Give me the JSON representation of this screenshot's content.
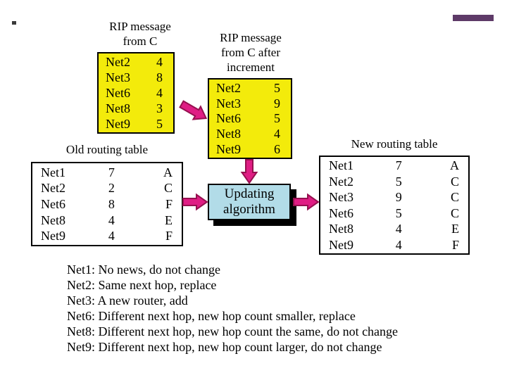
{
  "colors": {
    "background": "#ffffff",
    "text": "#000000",
    "table_border": "#000000",
    "message_table_fill": "#f3eb0b",
    "algorithm_box_fill": "#b2dce8",
    "arrow_fill": "#df1d84",
    "arrow_outline": "#96104f",
    "decor_bar": "#5e3a68"
  },
  "rip_message_from_c": {
    "label_lines": [
      "RIP message",
      "from C"
    ],
    "rows": [
      {
        "net": "Net2",
        "hops": "4"
      },
      {
        "net": "Net3",
        "hops": "8"
      },
      {
        "net": "Net6",
        "hops": "4"
      },
      {
        "net": "Net8",
        "hops": "3"
      },
      {
        "net": "Net9",
        "hops": "5"
      }
    ]
  },
  "rip_message_after_increment": {
    "label_lines": [
      "RIP message",
      "from C after",
      "increment"
    ],
    "rows": [
      {
        "net": "Net2",
        "hops": "5"
      },
      {
        "net": "Net3",
        "hops": "9"
      },
      {
        "net": "Net6",
        "hops": "5"
      },
      {
        "net": "Net8",
        "hops": "4"
      },
      {
        "net": "Net9",
        "hops": "6"
      }
    ]
  },
  "old_routing_table": {
    "label": "Old routing table",
    "rows": [
      {
        "net": "Net1",
        "hops": "7",
        "next_hop": "A"
      },
      {
        "net": "Net2",
        "hops": "2",
        "next_hop": "C"
      },
      {
        "net": "Net6",
        "hops": "8",
        "next_hop": "F"
      },
      {
        "net": "Net8",
        "hops": "4",
        "next_hop": "E"
      },
      {
        "net": "Net9",
        "hops": "4",
        "next_hop": "F"
      }
    ]
  },
  "updating_algorithm": {
    "label_lines": [
      "Updating",
      "algorithm"
    ]
  },
  "new_routing_table": {
    "label": "New routing table",
    "rows": [
      {
        "net": "Net1",
        "hops": "7",
        "next_hop": "A"
      },
      {
        "net": "Net2",
        "hops": "5",
        "next_hop": "C"
      },
      {
        "net": "Net3",
        "hops": "9",
        "next_hop": "C"
      },
      {
        "net": "Net6",
        "hops": "5",
        "next_hop": "C"
      },
      {
        "net": "Net8",
        "hops": "4",
        "next_hop": "E"
      },
      {
        "net": "Net9",
        "hops": "4",
        "next_hop": "F"
      }
    ]
  },
  "notes": [
    "Net1: No news, do not change",
    "Net2: Same next hop, replace",
    "Net3: A new router, add",
    "Net6: Different next hop, new hop count smaller, replace",
    "Net8: Different next hop, new hop count the same, do not change",
    "Net9: Different next hop, new hop count larger, do not change"
  ]
}
